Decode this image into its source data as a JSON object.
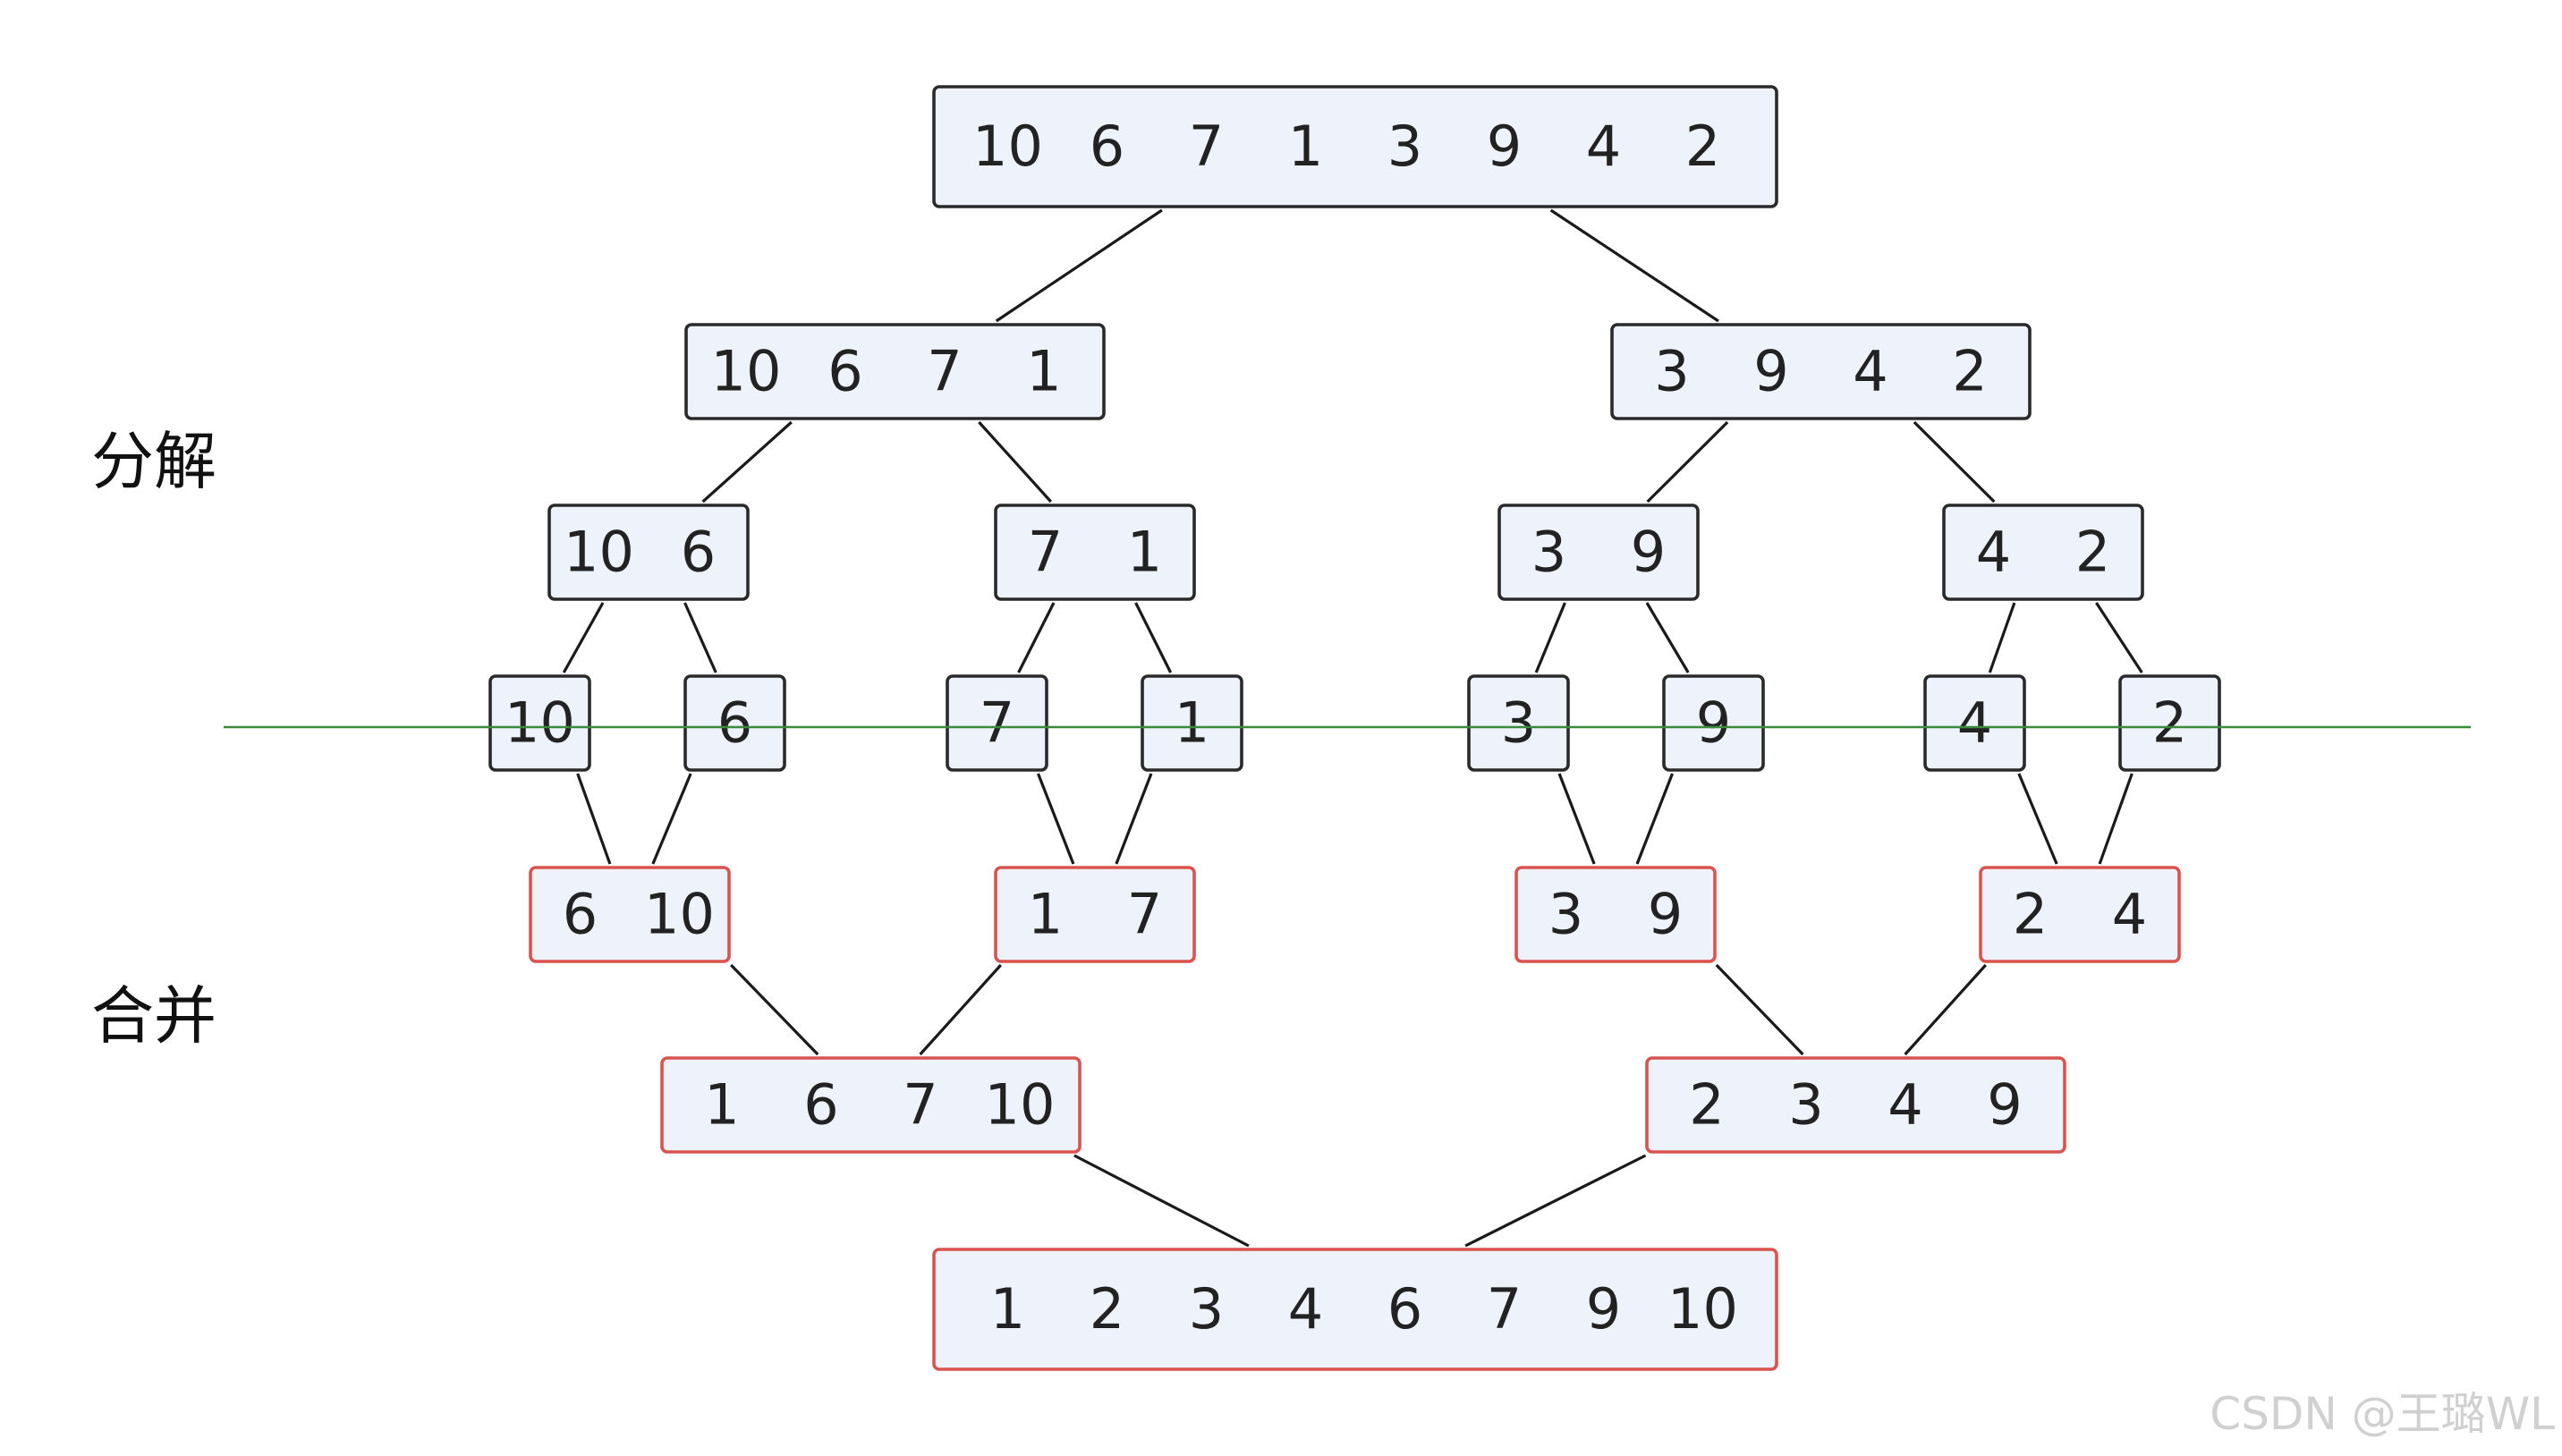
{
  "labels": {
    "decompose": "分解",
    "merge": "合并"
  },
  "watermark": "CSDN @王璐WL",
  "colors": {
    "split_border": "#2a2a2a",
    "merged_border": "#d9534f",
    "box_fill": "#eef2fb",
    "divider": "#3c8a3c"
  },
  "nodes": [
    {
      "id": "root",
      "values": [
        "10",
        "6",
        "7",
        "1",
        "3",
        "9",
        "4",
        "2"
      ],
      "kind": "split"
    },
    {
      "id": "L",
      "values": [
        "10",
        "6",
        "7",
        "1"
      ],
      "kind": "split"
    },
    {
      "id": "R",
      "values": [
        "3",
        "9",
        "4",
        "2"
      ],
      "kind": "split"
    },
    {
      "id": "LL",
      "values": [
        "10",
        "6"
      ],
      "kind": "split"
    },
    {
      "id": "LR",
      "values": [
        "7",
        "1"
      ],
      "kind": "split"
    },
    {
      "id": "RL",
      "values": [
        "3",
        "9"
      ],
      "kind": "split"
    },
    {
      "id": "RR",
      "values": [
        "4",
        "2"
      ],
      "kind": "split"
    },
    {
      "id": "s10",
      "values": [
        "10"
      ],
      "kind": "split"
    },
    {
      "id": "s6",
      "values": [
        "6"
      ],
      "kind": "split"
    },
    {
      "id": "s7",
      "values": [
        "7"
      ],
      "kind": "split"
    },
    {
      "id": "s1",
      "values": [
        "1"
      ],
      "kind": "split"
    },
    {
      "id": "s3",
      "values": [
        "3"
      ],
      "kind": "split"
    },
    {
      "id": "s9",
      "values": [
        "9"
      ],
      "kind": "split"
    },
    {
      "id": "s4",
      "values": [
        "4"
      ],
      "kind": "split"
    },
    {
      "id": "s2",
      "values": [
        "2"
      ],
      "kind": "split"
    },
    {
      "id": "mLL",
      "values": [
        "6",
        "10"
      ],
      "kind": "merged"
    },
    {
      "id": "mLR",
      "values": [
        "1",
        "7"
      ],
      "kind": "merged"
    },
    {
      "id": "mRL",
      "values": [
        "3",
        "9"
      ],
      "kind": "merged"
    },
    {
      "id": "mRR",
      "values": [
        "2",
        "4"
      ],
      "kind": "merged"
    },
    {
      "id": "mL",
      "values": [
        "1",
        "6",
        "7",
        "10"
      ],
      "kind": "merged"
    },
    {
      "id": "mR",
      "values": [
        "2",
        "3",
        "4",
        "9"
      ],
      "kind": "merged"
    },
    {
      "id": "final",
      "values": [
        "1",
        "2",
        "3",
        "4",
        "6",
        "7",
        "9",
        "10"
      ],
      "kind": "merged"
    }
  ],
  "edges": [
    [
      "root",
      "L"
    ],
    [
      "root",
      "R"
    ],
    [
      "L",
      "LL"
    ],
    [
      "L",
      "LR"
    ],
    [
      "R",
      "RL"
    ],
    [
      "R",
      "RR"
    ],
    [
      "LL",
      "s10"
    ],
    [
      "LL",
      "s6"
    ],
    [
      "LR",
      "s7"
    ],
    [
      "LR",
      "s1"
    ],
    [
      "RL",
      "s3"
    ],
    [
      "RL",
      "s9"
    ],
    [
      "RR",
      "s4"
    ],
    [
      "RR",
      "s2"
    ],
    [
      "s10",
      "mLL"
    ],
    [
      "s6",
      "mLL"
    ],
    [
      "s7",
      "mLR"
    ],
    [
      "s1",
      "mLR"
    ],
    [
      "s3",
      "mRL"
    ],
    [
      "s9",
      "mRL"
    ],
    [
      "s4",
      "mRR"
    ],
    [
      "s2",
      "mRR"
    ],
    [
      "mLL",
      "mL"
    ],
    [
      "mLR",
      "mL"
    ],
    [
      "mRL",
      "mR"
    ],
    [
      "mRR",
      "mR"
    ],
    [
      "mL",
      "final"
    ],
    [
      "mR",
      "final"
    ]
  ]
}
